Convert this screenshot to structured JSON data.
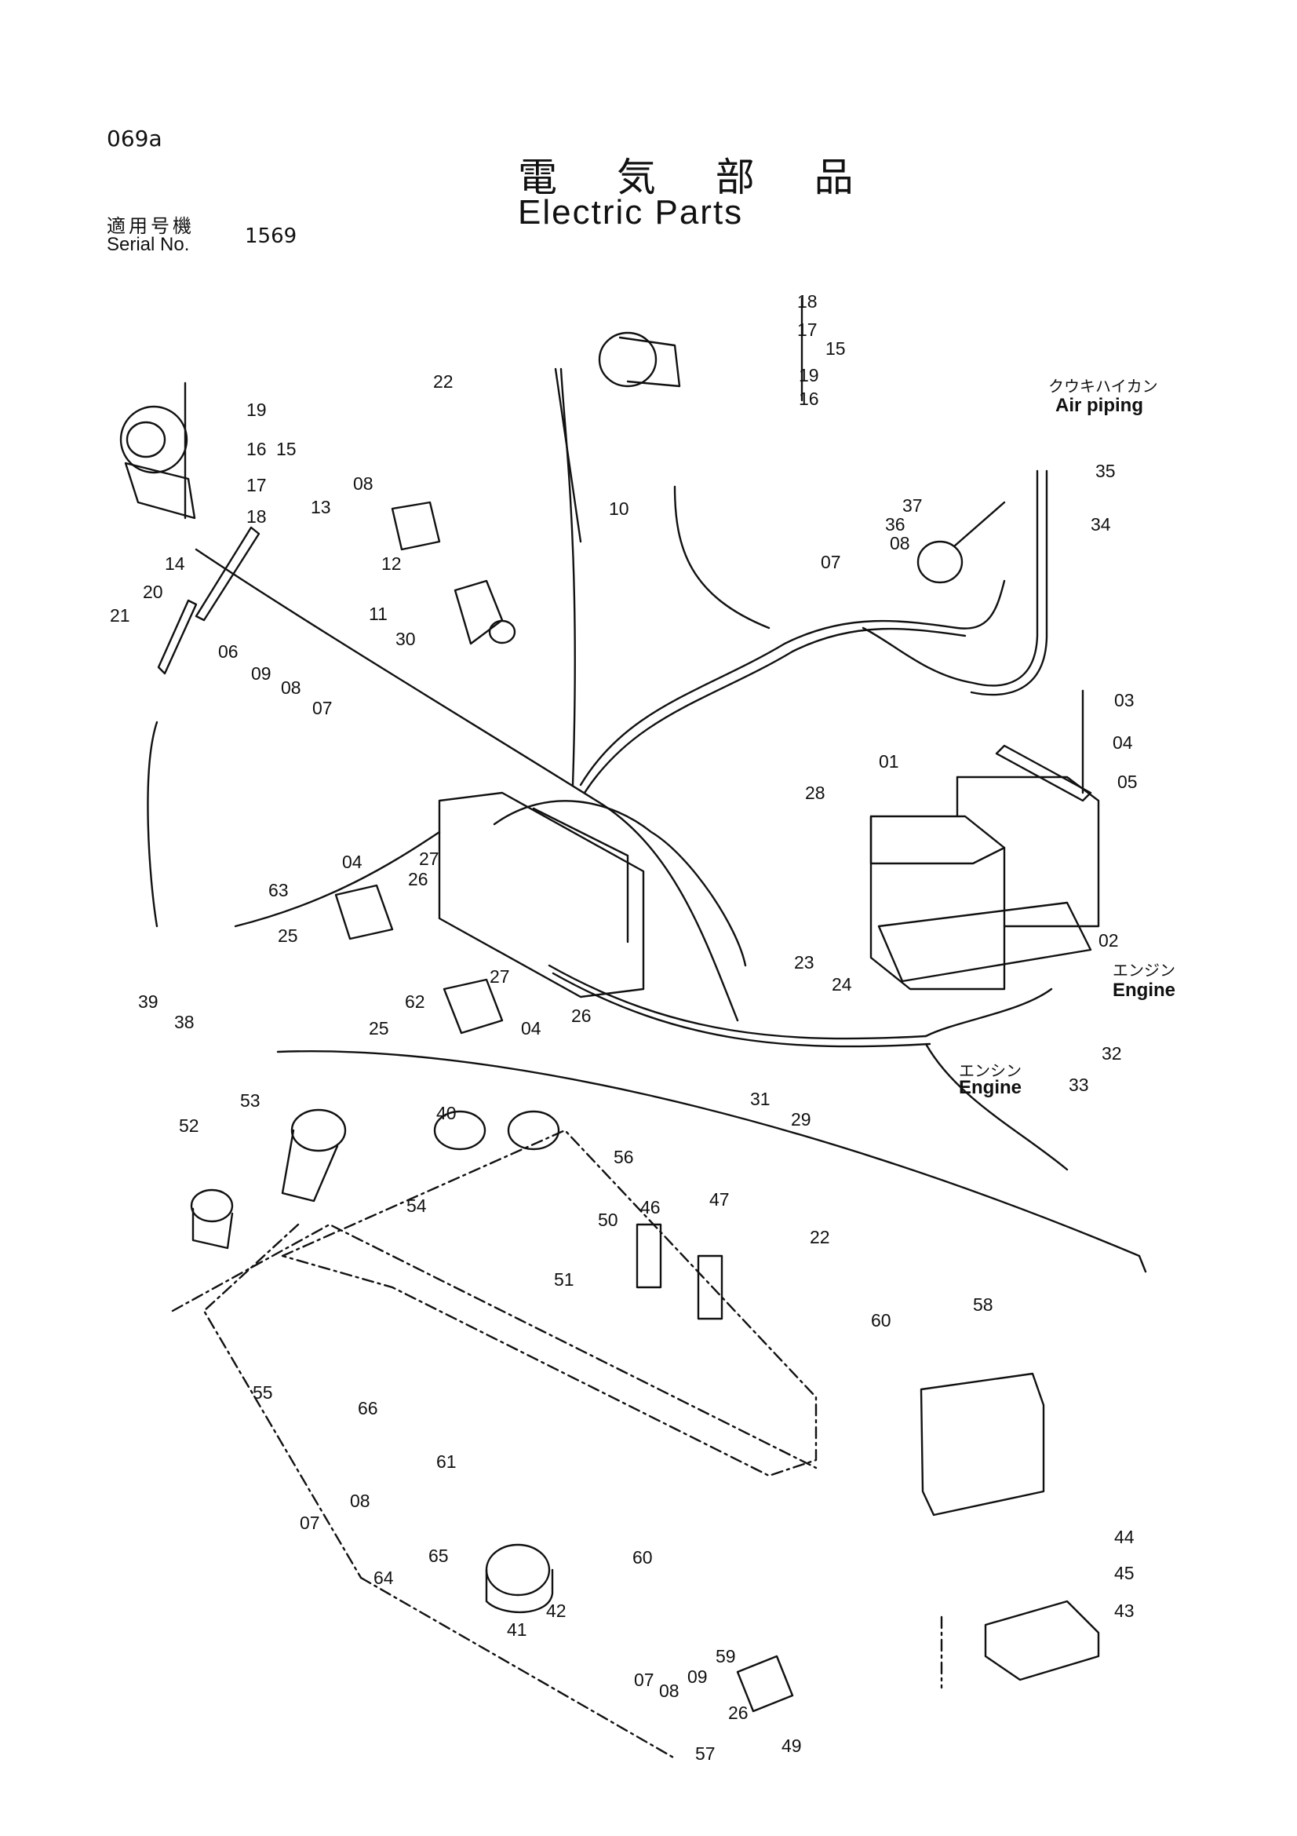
{
  "page": {
    "number": "069a",
    "title_jp": "電 気 部 品",
    "title_en": "Electric Parts",
    "serial_label_jp": "適用号機",
    "serial_label_en": "Serial No.",
    "serial_value": "1569"
  },
  "annotations": {
    "air_piping_jp": "クウキハイカン",
    "air_piping_en": "Air piping",
    "engine_jp_1": "エンジン",
    "engine_en_1": "Engine",
    "engine_jp_2": "エンシン",
    "engine_en_2": "Engine"
  },
  "callouts": [
    "01",
    "02",
    "03",
    "04",
    "05",
    "06",
    "07",
    "08",
    "09",
    "10",
    "11",
    "12",
    "13",
    "14",
    "15",
    "16",
    "17",
    "18",
    "19",
    "20",
    "21",
    "22",
    "23",
    "24",
    "25",
    "26",
    "27",
    "28",
    "29",
    "30",
    "31",
    "32",
    "33",
    "34",
    "35",
    "36",
    "37",
    "38",
    "39",
    "40",
    "41",
    "42",
    "43",
    "44",
    "45",
    "46",
    "47",
    "49",
    "50",
    "51",
    "52",
    "53",
    "54",
    "55",
    "56",
    "57",
    "58",
    "59",
    "60",
    "61",
    "62",
    "63",
    "64",
    "65",
    "66"
  ]
}
